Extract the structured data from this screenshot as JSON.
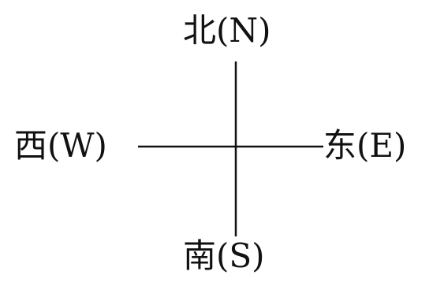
{
  "compass": {
    "north": "北(N)",
    "south": "南(S)",
    "west": "西(W)",
    "east": "东(E)"
  },
  "colors": {
    "stroke": "#111111",
    "background": "#ffffff"
  }
}
